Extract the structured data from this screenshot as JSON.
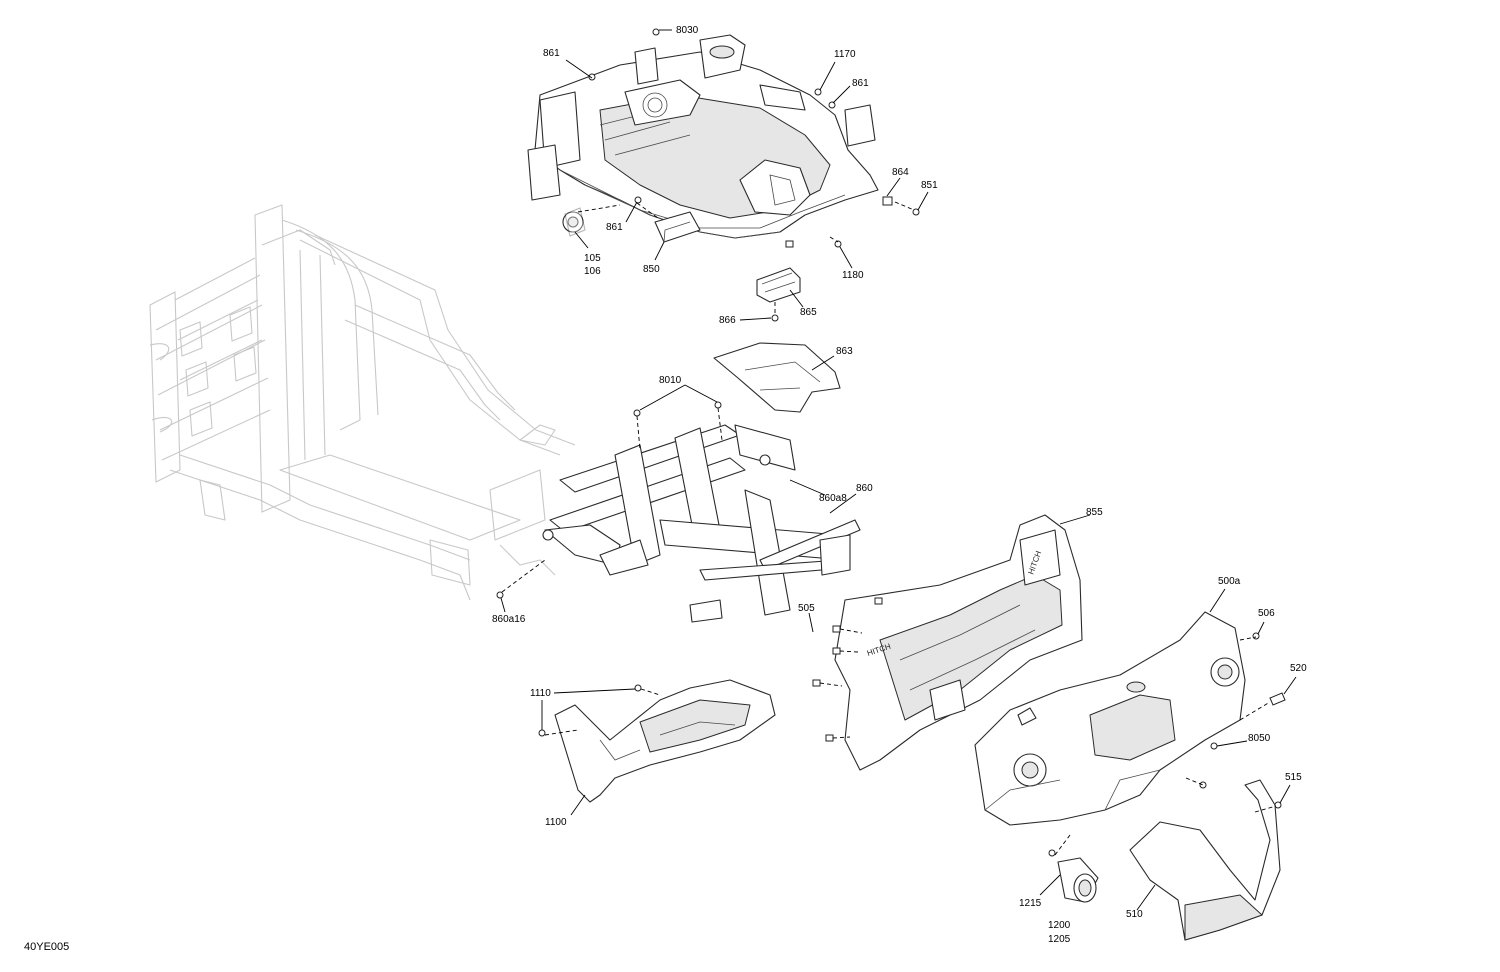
{
  "diagram_ref": "40YE005",
  "callouts": {
    "c8030": "8030",
    "c861a": "861",
    "c1170": "1170",
    "c861b": "861",
    "c864": "864",
    "c851": "851",
    "c861c": "861",
    "c105": "105",
    "c106": "106",
    "c850": "850",
    "c1180": "1180",
    "c866": "866",
    "c865": "865",
    "c863": "863",
    "c8010": "8010",
    "c860a8": "860a8",
    "c860": "860",
    "c860a16": "860a16",
    "c855": "855",
    "c505": "505",
    "c500a": "500a",
    "c506": "506",
    "c520": "520",
    "c1110": "1110",
    "c8050": "8050",
    "c515": "515",
    "c1100": "1100",
    "c1215": "1215",
    "c1200": "1200",
    "c1205": "1205",
    "c510": "510"
  },
  "part_text": {
    "hitch_upper": "HITCH",
    "hitch_lower": "HITCH"
  }
}
